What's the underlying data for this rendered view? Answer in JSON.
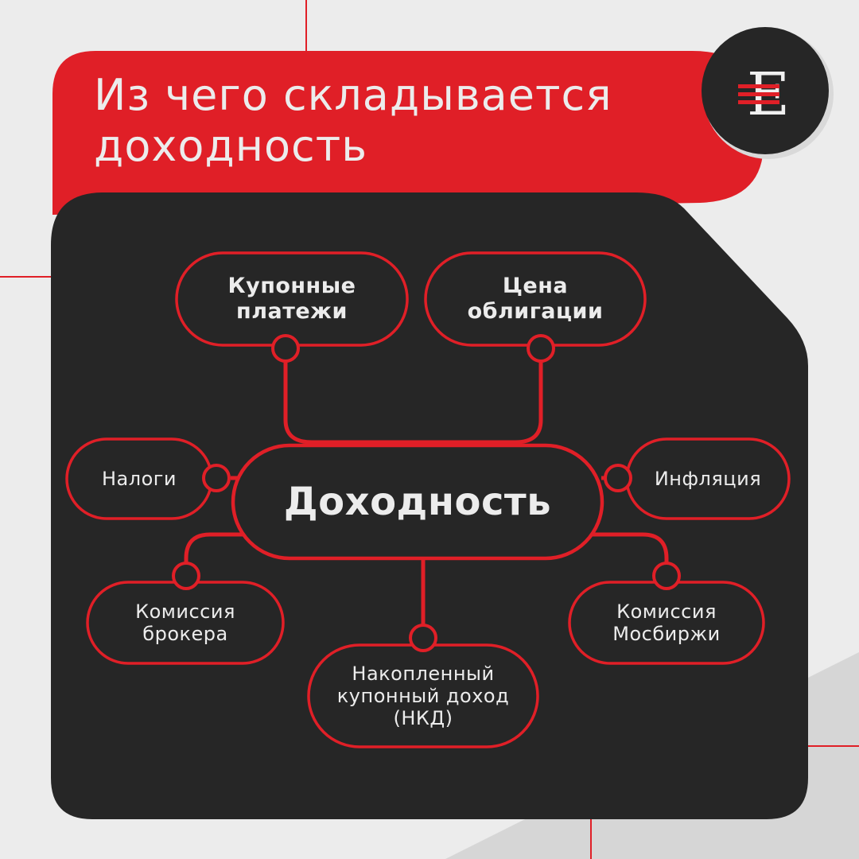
{
  "title": {
    "line1": "Из чего складывается",
    "line2": "доходность"
  },
  "logo": {
    "letter": "Е",
    "icon": "bank-e-logo"
  },
  "colors": {
    "background": "#ececec",
    "accent_red": "#e01f27",
    "panel_dark": "#262626",
    "text_light": "#ececec",
    "bottom_gray": "#d6d6d6"
  },
  "diagram": {
    "center": "Доходность",
    "nodes": {
      "coupon_payments": {
        "line1": "Купонные",
        "line2": "платежи"
      },
      "bond_price": {
        "line1": "Цена",
        "line2": "облигации"
      },
      "taxes": "Налоги",
      "inflation": "Инфляция",
      "broker_commission": {
        "line1": "Комиссия",
        "line2": "брокера"
      },
      "moex_commission": {
        "line1": "Комиссия",
        "line2": "Мосбиржи"
      },
      "accrued_interest": {
        "line1": "Накопленный",
        "line2": "купонный доход",
        "line3": "(НКД)"
      }
    }
  }
}
